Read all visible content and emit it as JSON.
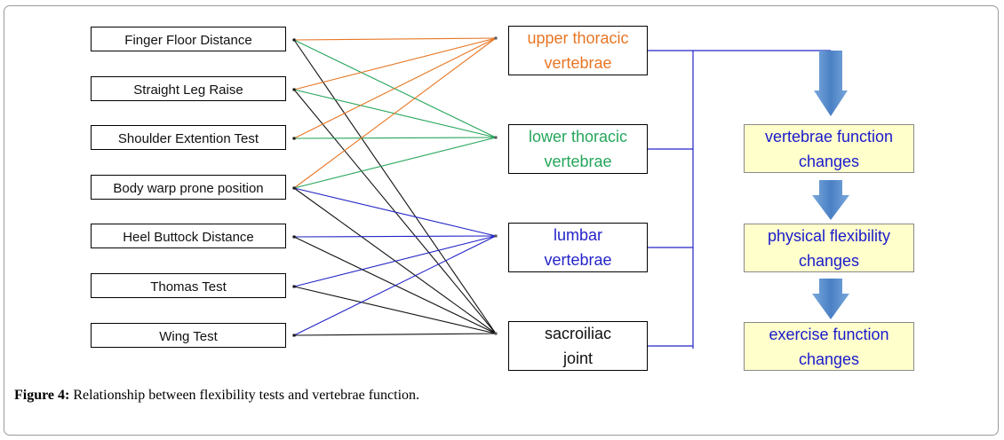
{
  "tests": [
    "Finger Floor Distance",
    "Straight Leg Raise",
    "Shoulder Extention Test",
    "Body warp prone position",
    "Heel Buttock Distance",
    "Thomas Test",
    "Wing Test"
  ],
  "vertebrae": [
    {
      "line1": "upper thoracic",
      "line2": "vertebrae",
      "color": "#e87624"
    },
    {
      "line1": "lower thoracic",
      "line2": "vertebrae",
      "color": "#26a65b"
    },
    {
      "line1": "lumbar",
      "line2": "vertebrae",
      "color": "#2424c8"
    },
    {
      "line1": "sacroiliac",
      "line2": "joint",
      "color": "#111111"
    }
  ],
  "results": [
    {
      "line1": "vertebrae function",
      "line2": "changes"
    },
    {
      "line1": "physical flexibility",
      "line2": "changes"
    },
    {
      "line1": "exercise function",
      "line2": "changes"
    }
  ],
  "connections": [
    {
      "test": 0,
      "target": 0,
      "color": "#e87624"
    },
    {
      "test": 0,
      "target": 1,
      "color": "#26a65b"
    },
    {
      "test": 0,
      "target": 3,
      "color": "#111111"
    },
    {
      "test": 1,
      "target": 0,
      "color": "#e87624"
    },
    {
      "test": 1,
      "target": 1,
      "color": "#26a65b"
    },
    {
      "test": 1,
      "target": 3,
      "color": "#111111"
    },
    {
      "test": 2,
      "target": 0,
      "color": "#e87624"
    },
    {
      "test": 2,
      "target": 1,
      "color": "#26a65b"
    },
    {
      "test": 3,
      "target": 0,
      "color": "#e87624"
    },
    {
      "test": 3,
      "target": 1,
      "color": "#26a65b"
    },
    {
      "test": 3,
      "target": 2,
      "color": "#2424c8"
    },
    {
      "test": 3,
      "target": 3,
      "color": "#111111"
    },
    {
      "test": 4,
      "target": 2,
      "color": "#2424c8"
    },
    {
      "test": 4,
      "target": 3,
      "color": "#111111"
    },
    {
      "test": 5,
      "target": 2,
      "color": "#2424c8"
    },
    {
      "test": 5,
      "target": 3,
      "color": "#111111"
    },
    {
      "test": 6,
      "target": 2,
      "color": "#2424c8"
    },
    {
      "test": 6,
      "target": 3,
      "color": "#111111"
    }
  ],
  "colors": {
    "bracket": "#2424c8",
    "arrow": "#5b8fd0",
    "result_text": "#1a1acc",
    "result_fill": "#ffffcc"
  },
  "caption": {
    "label": "Figure 4:",
    "text": " Relationship between flexibility tests and vertebrae function."
  }
}
